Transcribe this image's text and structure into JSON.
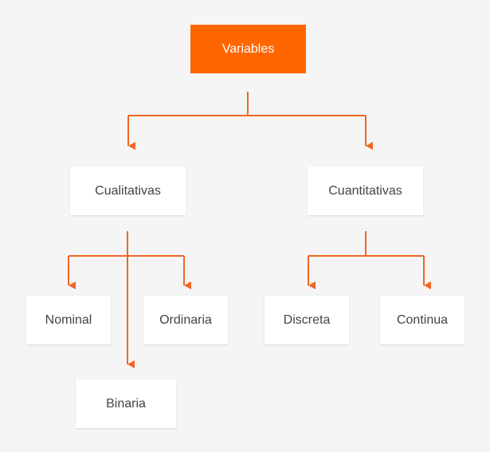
{
  "diagram": {
    "colors": {
      "connector": "#f26522",
      "root_fill": "#ff6600",
      "node_fill": "#ffffff",
      "text": "#444444",
      "background": "#f5f5f5"
    },
    "root": {
      "label": "Variables"
    },
    "branches": [
      {
        "label": "Cualitativas",
        "children": [
          {
            "label": "Nominal"
          },
          {
            "label": "Ordinaria"
          },
          {
            "label": "Binaria"
          }
        ]
      },
      {
        "label": "Cuantitativas",
        "children": [
          {
            "label": "Discreta"
          },
          {
            "label": "Continua"
          }
        ]
      }
    ]
  }
}
